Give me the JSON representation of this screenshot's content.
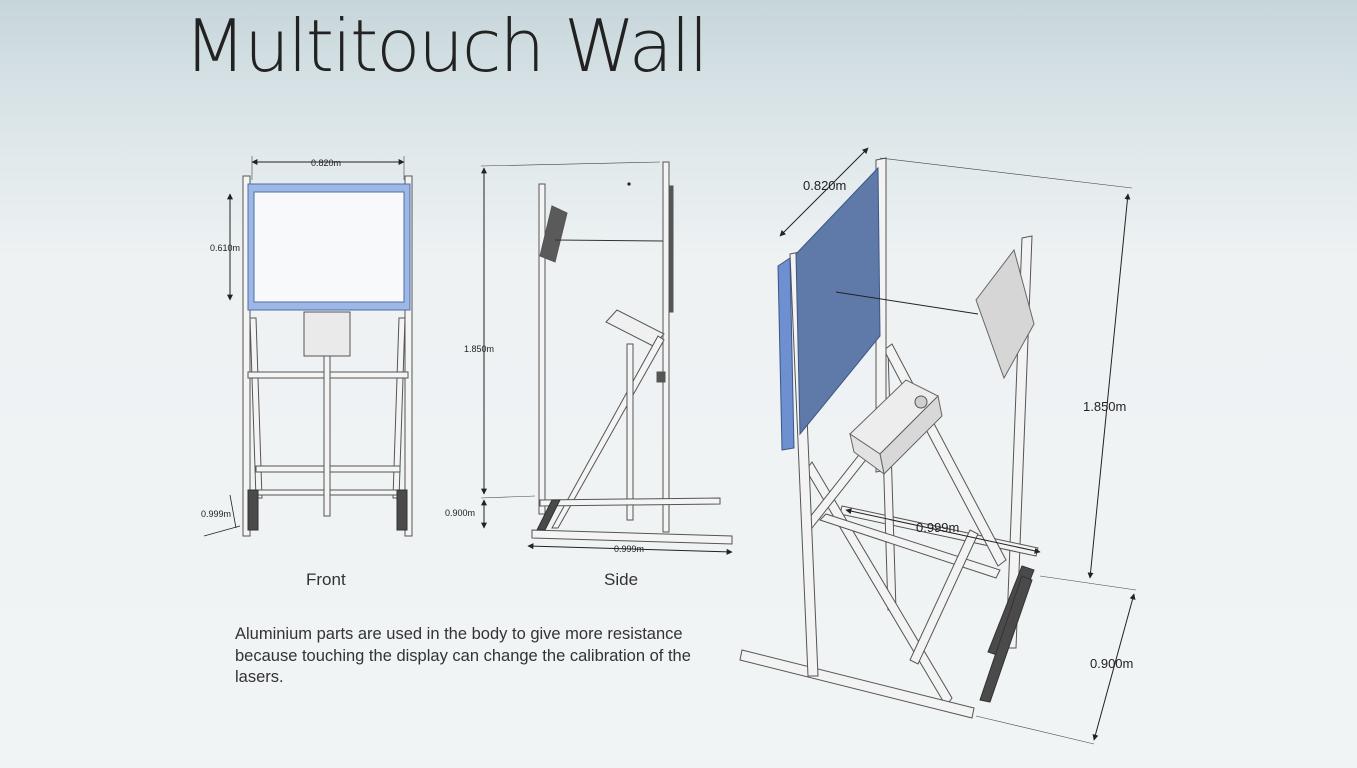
{
  "title": "Multitouch Wall",
  "views": {
    "front": {
      "label": "Front",
      "width_dim": "0.820m",
      "height_dim": "0.610m",
      "depth_dim": "0.999m"
    },
    "side": {
      "label": "Side",
      "height_dim": "1.850m",
      "base_dim": "0.900m",
      "depth_dim": "0.999m"
    },
    "perspective": {
      "width_dim": "0.820m",
      "height_dim": "1.850m",
      "depth_dim": "0.999m",
      "base_dim": "0.900m"
    }
  },
  "description": "Aluminium parts are used in the body to give more resistance because touching the display can change the calibration of the lasers.",
  "colors": {
    "screen_frame": "#9db7e6",
    "screen_glass": "#5f7aa8",
    "aluminium": "#f3f3f3",
    "rubber_feet": "#4a4a4a"
  }
}
